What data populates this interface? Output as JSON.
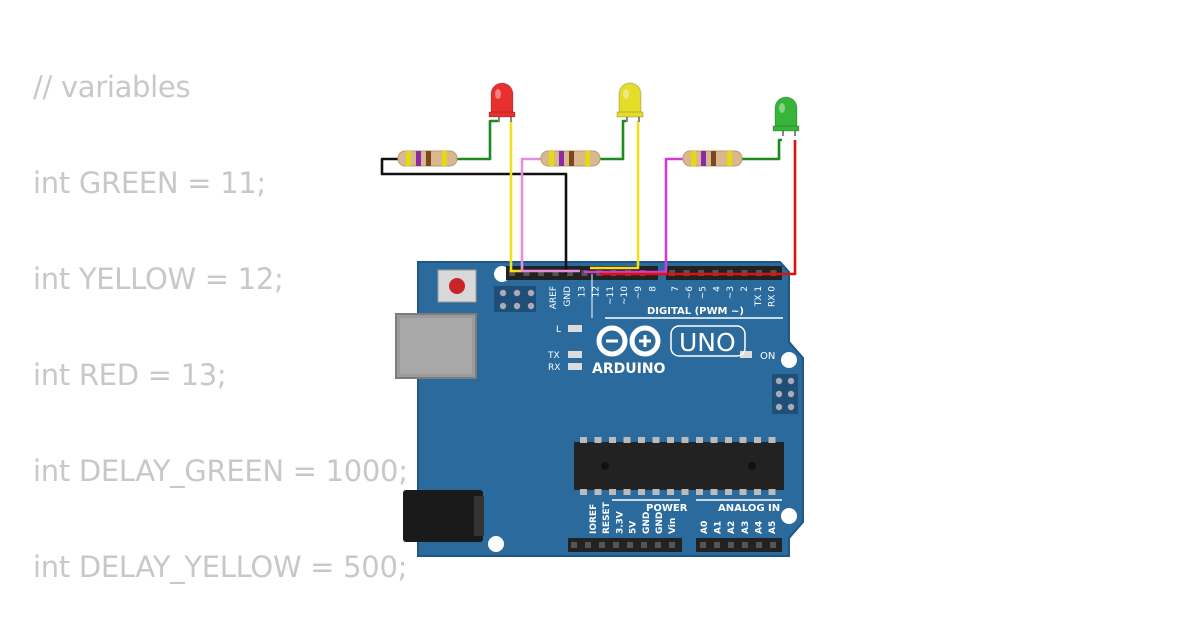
{
  "code": {
    "lines": [
      "// variables",
      "int GREEN = 11;",
      "int YELLOW = 12;",
      "int RED = 13;",
      "int DELAY_GREEN = 1000;",
      "int DELAY_YELLOW = 500;"
    ]
  },
  "board": {
    "brand": "ARDUINO",
    "model": "UNO",
    "digital_label": "DIGITAL (PWM ~)",
    "power_label": "POWER",
    "analog_label": "ANALOG IN",
    "on_label": "ON",
    "led_l_label": "L",
    "tx_label": "TX",
    "rx_label": "RX",
    "digital_pins": [
      "AREF",
      "GND",
      "13",
      "12",
      "~11",
      "~10",
      "~9",
      "8",
      "7",
      "~6",
      "~5",
      "4",
      "~3",
      "2",
      "TX 1",
      "RX 0"
    ],
    "power_pins": [
      "IOREF",
      "RESET",
      "3.3V",
      "5V",
      "GND",
      "GND",
      "Vin"
    ],
    "analog_pins": [
      "A0",
      "A1",
      "A2",
      "A3",
      "A4",
      "A5"
    ]
  },
  "leds": [
    {
      "name": "red-led",
      "color": "#e8302e"
    },
    {
      "name": "yellow-led",
      "color": "#e4dd2a"
    },
    {
      "name": "green-led",
      "color": "#36b53a"
    }
  ],
  "wire_colors": {
    "black": "#111111",
    "yellow": "#f2e01a",
    "pink": "#e48ee0",
    "magenta": "#d63ad6",
    "red": "#e01010",
    "green": "#1c8a1c"
  },
  "board_color": "#2b6a9d"
}
